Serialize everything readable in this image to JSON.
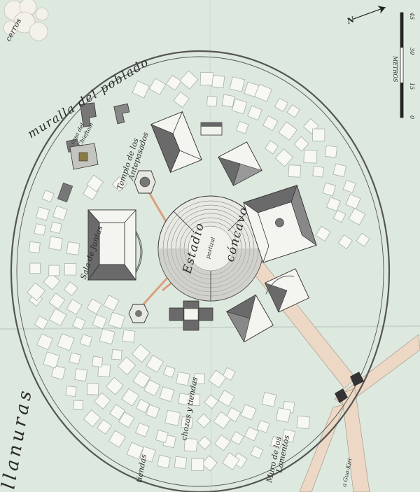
{
  "labels": {
    "cerros": "cerros",
    "muralla": "muralla del poblado",
    "casa_line1": "casa del",
    "casa_line2": "Chieftain",
    "templo_line1": "Templo de los",
    "templo_line2": "Antepasados",
    "sala": "Sala de Juntas",
    "estadio": "Estadio",
    "concavo": "cóncavo",
    "pastizal": "pastizal",
    "chozas": "chozas y tiendas",
    "tiendas": "tiendas",
    "muro_line1": "Muro de los",
    "muro_line2": "Lamentos",
    "llanuras": "llanuras",
    "road": "a Gua-Kiri"
  },
  "scale": {
    "unit": "METROS",
    "ticks": [
      "0",
      "15",
      "30",
      "45"
    ]
  },
  "north_arrow": "N",
  "colors": {
    "background": "#dde8df",
    "hut_fill": "#f7f8f3",
    "building_light": "#f4f4f0",
    "building_dark": "#6a6a6a",
    "road": "#ecd8c5",
    "path_accent": "#d9a07e"
  }
}
